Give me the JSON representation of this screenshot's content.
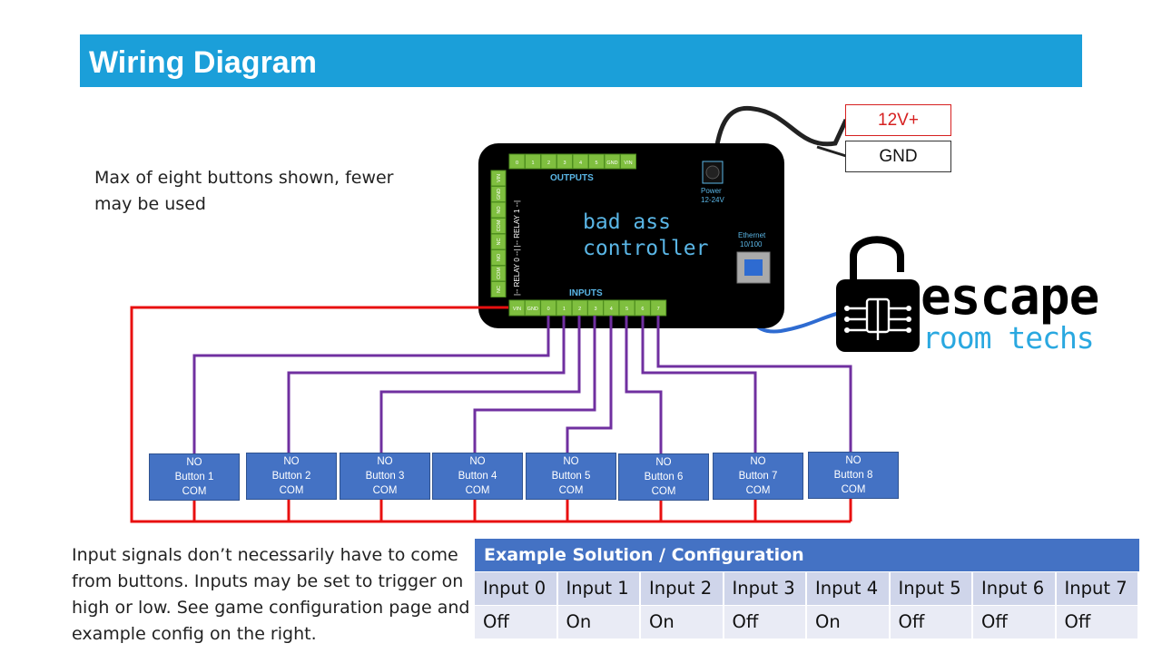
{
  "title": "Wiring Diagram",
  "note_buttons": "Max of eight buttons shown, fewer may be used",
  "note_inputs": "Input signals don’t necessarily have to come from buttons. Inputs may be set to trigger on high or low. See game configuration page and example config on the right.",
  "power": {
    "v12": "12V+",
    "gnd": "GND"
  },
  "controller": {
    "name_line1": "bad ass",
    "name_line2": "controller",
    "outputs_label": "OUTPUTS",
    "inputs_label": "INPUTS",
    "power_label": "Power",
    "power_range": "12-24V",
    "ethernet_label": "Ethernet",
    "ethernet_speed": "10/100",
    "output_pins": [
      "0",
      "1",
      "2",
      "3",
      "4",
      "5",
      "GND",
      "VIN"
    ],
    "input_pins": [
      "VIN",
      "GND",
      "0",
      "1",
      "2",
      "3",
      "4",
      "5",
      "6",
      "7"
    ],
    "relay_pins": [
      "VIN",
      "GND",
      "NO",
      "COM",
      "NC",
      "NO",
      "COM",
      "NC"
    ],
    "relay_label": "|-- RELAY 0 --| |-- RELAY 1 --|"
  },
  "buttons": [
    {
      "top": "NO",
      "name": "Button 1",
      "bottom": "COM"
    },
    {
      "top": "NO",
      "name": "Button 2",
      "bottom": "COM"
    },
    {
      "top": "NO",
      "name": "Button 3",
      "bottom": "COM"
    },
    {
      "top": "NO",
      "name": "Button 4",
      "bottom": "COM"
    },
    {
      "top": "NO",
      "name": "Button 5",
      "bottom": "COM"
    },
    {
      "top": "NO",
      "name": "Button 6",
      "bottom": "COM"
    },
    {
      "top": "NO",
      "name": "Button 7",
      "bottom": "COM"
    },
    {
      "top": "NO",
      "name": "Button 8",
      "bottom": "COM"
    }
  ],
  "logo": {
    "line1": "escape",
    "line2": "room techs"
  },
  "table": {
    "header": "Example Solution / Configuration",
    "inputs": [
      "Input 0",
      "Input 1",
      "Input 2",
      "Input 3",
      "Input 4",
      "Input 5",
      "Input 6",
      "Input 7"
    ],
    "states": [
      "Off",
      "On",
      "On",
      "Off",
      "On",
      "Off",
      "Off",
      "Off"
    ]
  },
  "colors": {
    "title_bar": "#1b9fd9",
    "button_fill": "#4472c4",
    "signal_wire": "#7030a0",
    "common_wire": "#e81010",
    "terminal": "#7fbf3f",
    "logo_blue": "#2aa8e0",
    "v12_text": "#d62020"
  }
}
